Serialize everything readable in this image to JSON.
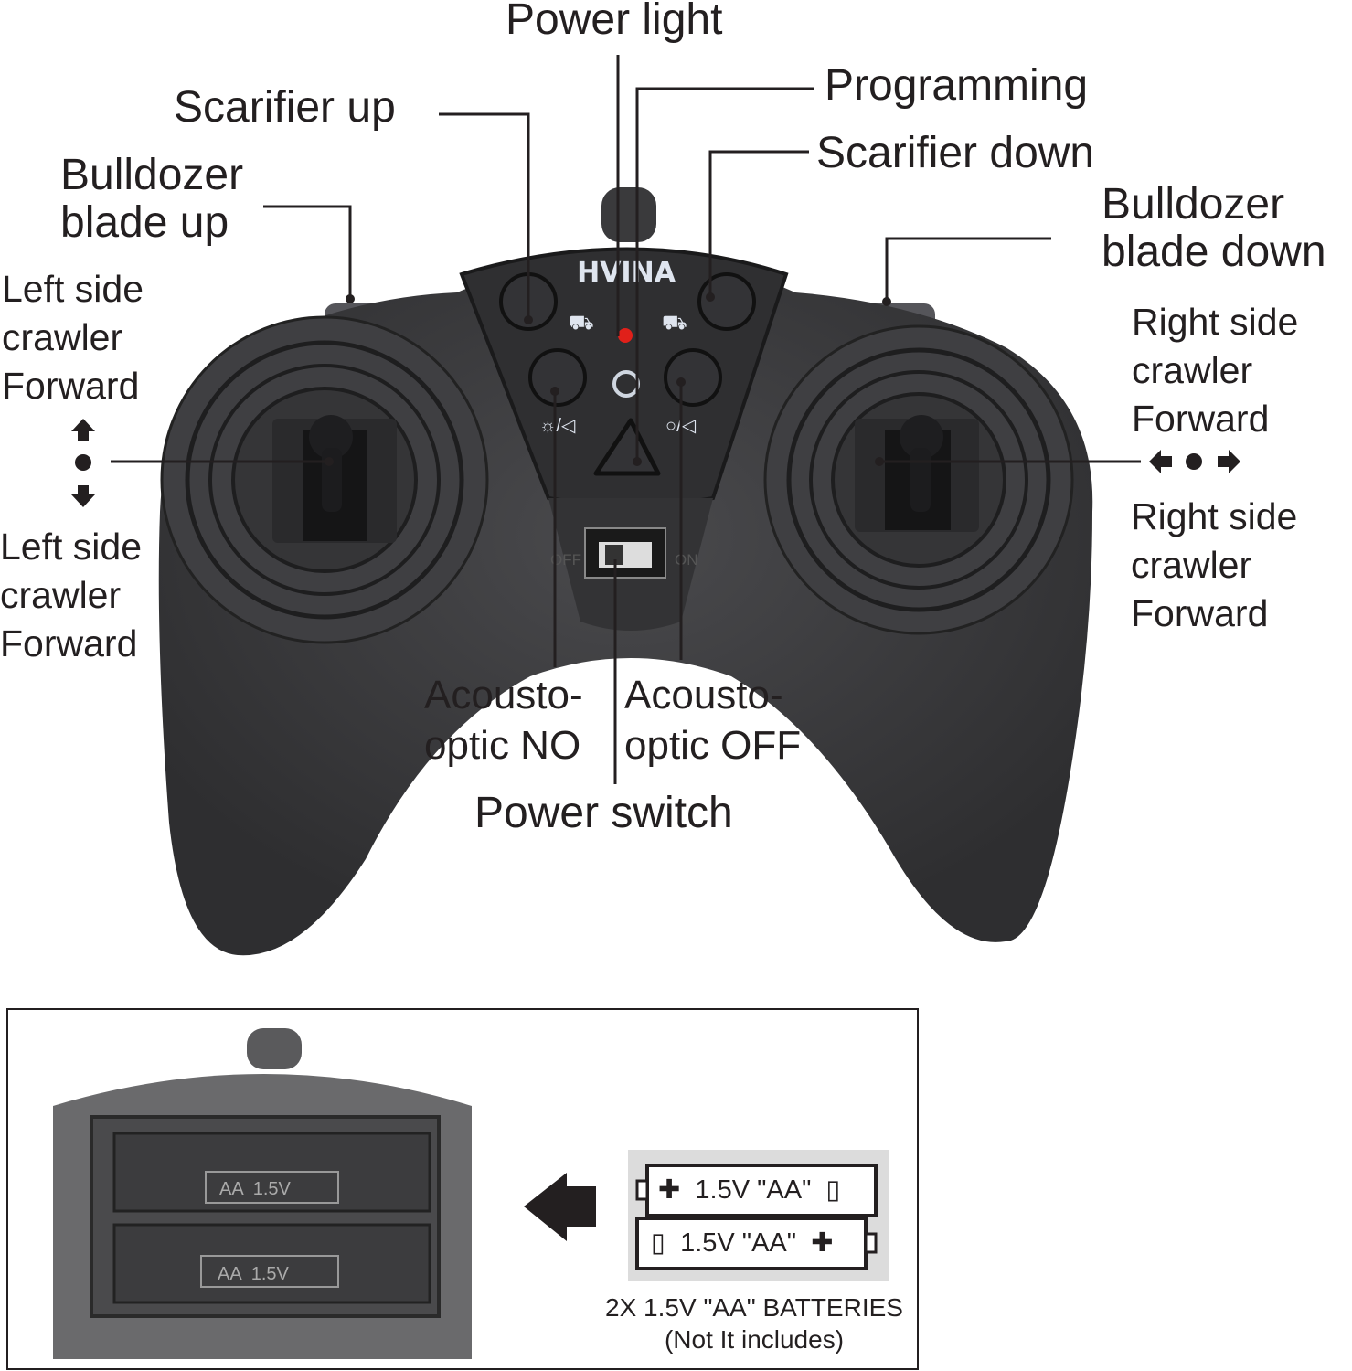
{
  "labels": {
    "power_light": "Power light",
    "programming": "Programming",
    "scarifier_up": "Scarifier up",
    "scarifier_down": "Scarifier down",
    "bulldozer_up": [
      "Bulldozer",
      "blade up"
    ],
    "bulldozer_down": [
      "Bulldozer",
      "blade down"
    ],
    "left_top": [
      "Left side",
      "crawler",
      "Forward"
    ],
    "left_bottom": [
      "Left side",
      "crawler",
      "Forward"
    ],
    "right_top": [
      "Right side",
      "crawler",
      "Forward"
    ],
    "right_bottom": [
      "Right side",
      "crawler",
      "Forward"
    ],
    "acousto_no": [
      "Acousto-",
      "optic NO"
    ],
    "acousto_off": [
      "Acousto-",
      "optic OFF"
    ],
    "power_switch": "Power switch"
  },
  "controller": {
    "brand": "HVINA",
    "switch_off": "OFF",
    "switch_on": "ON",
    "body_color": "#3b3b3d",
    "led_color": "#e0201a"
  },
  "battery": {
    "compartment_label_top": "AA  1.5V",
    "compartment_label_bottom": "AA  1.5V",
    "cell_top": "1.5V \"AA\"",
    "cell_bottom": "1.5V \"AA\"",
    "caption": "2X 1.5V \"AA\" BATTERIES",
    "note": "(Not It includes)"
  }
}
